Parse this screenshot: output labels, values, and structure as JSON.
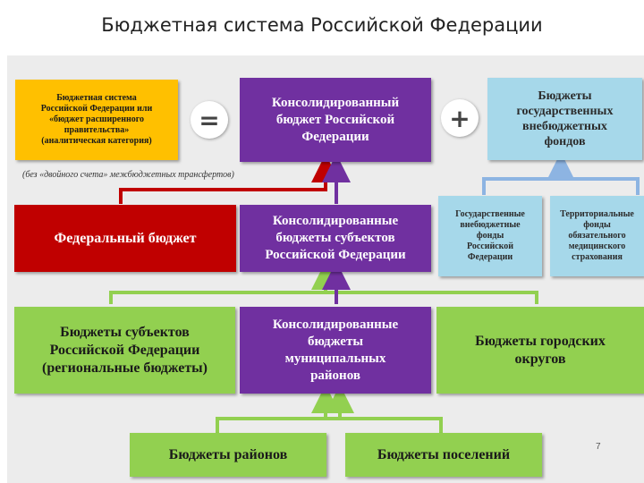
{
  "title": "Бюджетная система Российской Федерации",
  "nodes": {
    "analytic": "Бюджетная система\nРоссийской Федерации или\n«бюджет расширенного\nправительства»\n(аналитическая категория)",
    "consolidated_rf": "Консолидированный\nбюджет Российской\nФедерации",
    "state_funds": "Бюджеты\nгосударственных\nвнебюджетных\nфондов",
    "federal": "Федеральный бюджет",
    "consolidated_subjects": "Консолидированные\nбюджеты субъектов\nРоссийской Федерации",
    "state_extrabudgetary": "Государственные\nвнебюджетные\nфонды\nРоссийской\nФедерации",
    "territorial_funds": "Территориальные\nфонды\nобязательного\nмедицинского\nстрахования",
    "regional": "Бюджеты субъектов\nРоссийской Федерации\n(региональные бюджеты)",
    "consolidated_municipal": "Консолидированные\nбюджеты\nмуниципальных\nрайонов",
    "urban_districts": "Бюджеты городских\nокругов",
    "districts": "Бюджеты районов",
    "settlements": "Бюджеты поселений"
  },
  "operators": {
    "equals": "=",
    "plus": "+"
  },
  "note": "(без «двойного счета» межбюджетных трансфертов)",
  "page_number": "7",
  "colors": {
    "purple": "#7030a0",
    "green": "#92d050",
    "red": "#c00000",
    "blue": "#a6d8ea",
    "yellow": "#ffc000",
    "connector_blue": "#8db4e2",
    "connector_purple": "#7030a0",
    "connector_red": "#c00000",
    "connector_green": "#92d050"
  }
}
